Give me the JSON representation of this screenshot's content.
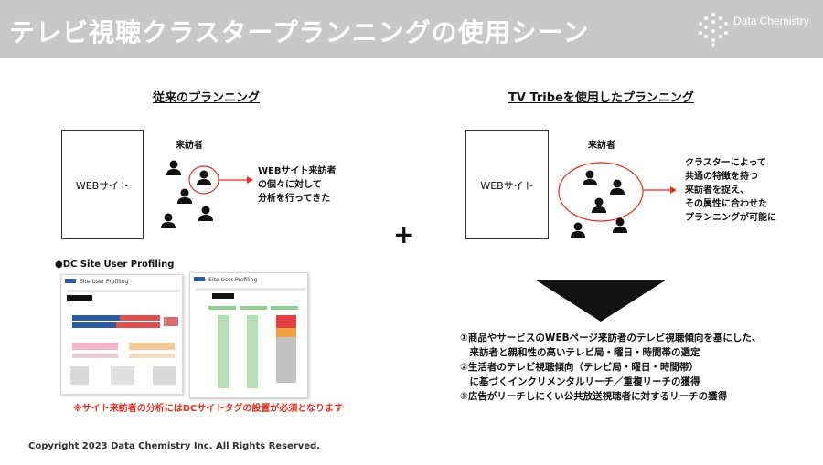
{
  "header": {
    "title": "テレビ視聴クラスタープランニングの使用シーン",
    "logo_text": "Data Chemistry",
    "logo_icon": "hexagon-dots-logo"
  },
  "left": {
    "section_title": "従来のプランニング",
    "box_label": "WEBサイト",
    "visitors_label": "来訪者",
    "note_lines": [
      "WEBサイト来訪者",
      "の個々に対して",
      "分析を行ってきた"
    ]
  },
  "plus": "+",
  "right": {
    "section_title": "TV Tribeを使用したプランニング",
    "box_label": "WEBサイト",
    "visitors_label": "来訪者",
    "note_lines": [
      "クラスターによって",
      "共通の特徴を持つ",
      "来訪者を捉え、",
      "その属性に合わせた",
      "プランニングが可能に"
    ]
  },
  "dc_profiling": {
    "label": "●DC Site User Profiling",
    "thumb_title_1": "Site User Profiling",
    "thumb_title_2": "Site User Profiling",
    "warning": "※サイト来訪者の分析にはDCサイトタグの設置が必須となります"
  },
  "benefits": [
    "①商品やサービスのWEBページ来訪者のテレビ視聴傾向を基にした、",
    "　来訪者と親和性の高いテレビ局・曜日・時間帯の選定",
    "②生活者のテレビ視聴傾向（テレビ局・曜日・時間帯）",
    "　に基づくインクリメンタルリーチ／重複リーチの獲得",
    "③広告がリーチしにくい公共放送視聴者に対するリーチの獲得"
  ],
  "footer": "Copyright 2023 Data Chemistry Inc. All Rights Reserved.",
  "colors": {
    "header_bg": "#c8c8c8",
    "accent_red": "#e03020",
    "text": "#111111"
  }
}
